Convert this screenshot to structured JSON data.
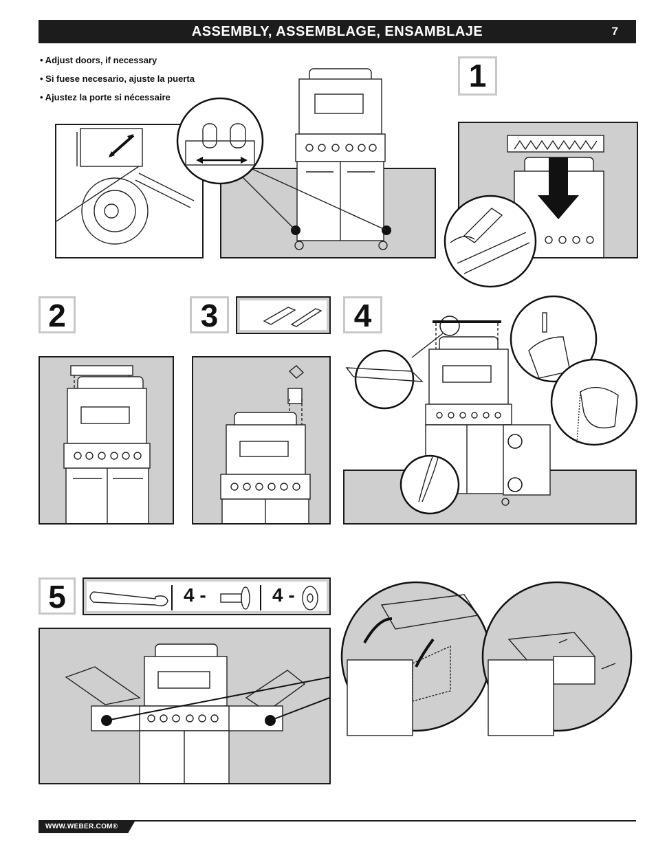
{
  "header": {
    "title": "ASSEMBLY, ASSEMBLAGE, ENSAMBLAJE",
    "page_number": "7"
  },
  "instructions": [
    "• Adjust doors, if necessary",
    "• Si fuese necesario, ajuste la puerta",
    "• Ajustez la porte si nécessaire"
  ],
  "steps": {
    "s1": "1",
    "s2": "2",
    "s3": "3",
    "s4": "4",
    "s5": "5"
  },
  "parts": {
    "screw_count": "4 -",
    "washer_count": "4 -"
  },
  "footer": {
    "url": "WWW.WEBER.COM®"
  },
  "colors": {
    "bar": "#1c1c1c",
    "panel_gray": "#cfcfcf",
    "stepbox_border": "#c8c8c8"
  }
}
